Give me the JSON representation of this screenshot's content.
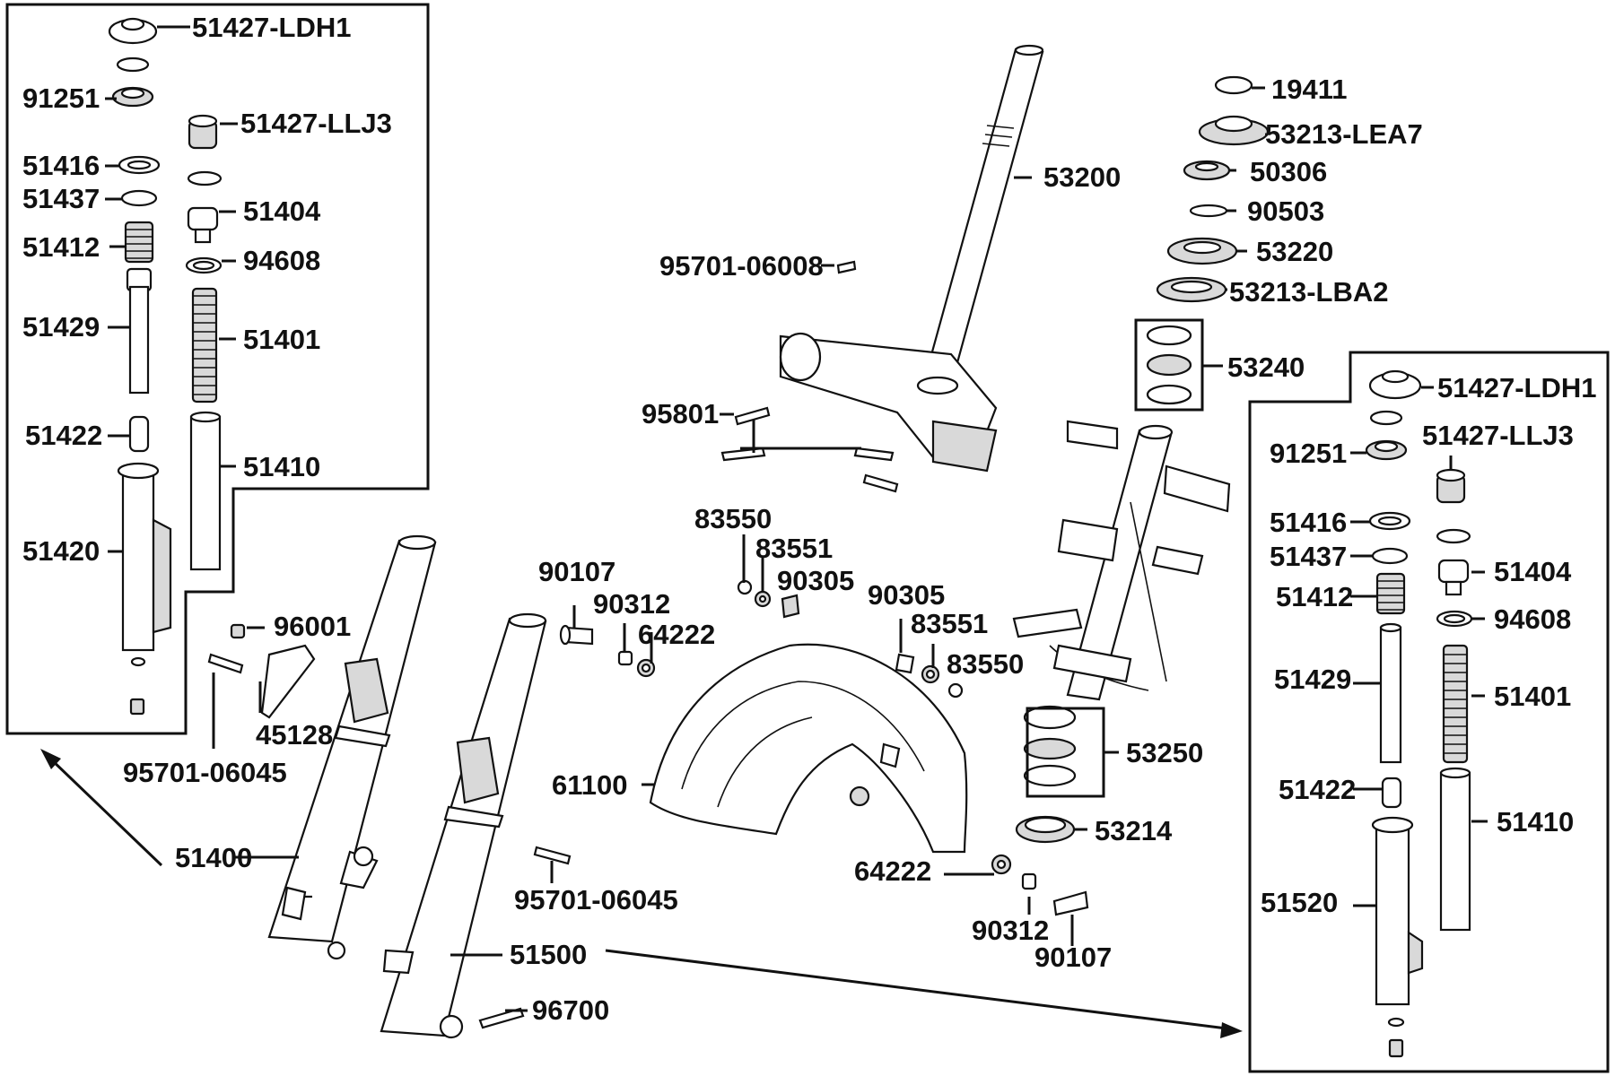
{
  "labels": {
    "l_51427_LDH1_a": "51427-LDH1",
    "l_91251_a": "91251",
    "l_51427_LLJ3_a": "51427-LLJ3",
    "l_51416_a": "51416",
    "l_51437_a": "51437",
    "l_51404_a": "51404",
    "l_51412_a": "51412",
    "l_94608_a": "94608",
    "l_51429_a": "51429",
    "l_51401_a": "51401",
    "l_51422_a": "51422",
    "l_51410_a": "51410",
    "l_51420": "51420",
    "l_96001": "96001",
    "l_45128": "45128",
    "l_95701_06045_a": "95701-06045",
    "l_51400": "51400",
    "l_51500": "51500",
    "l_95701_06045_b": "95701-06045",
    "l_96700": "96700",
    "l_53200": "53200",
    "l_95701_06008": "95701-06008",
    "l_95801": "95801",
    "l_83550_a": "83550",
    "l_83551_a": "83551",
    "l_90305_a": "90305",
    "l_90107_a": "90107",
    "l_90312_a": "90312",
    "l_64222_a": "64222",
    "l_90305_b": "90305",
    "l_83551_b": "83551",
    "l_83550_b": "83550",
    "l_61100": "61100",
    "l_19411": "19411",
    "l_53213_LEA7": "53213-LEA7",
    "l_50306": "50306",
    "l_90503": "90503",
    "l_53220": "53220",
    "l_53213_LBA2": "53213-LBA2",
    "l_53240": "53240",
    "l_53250": "53250",
    "l_53214": "53214",
    "l_64222_b": "64222",
    "l_90312_b": "90312",
    "l_90107_b": "90107",
    "l_51427_LDH1_b": "51427-LDH1",
    "l_91251_b": "91251",
    "l_51427_LLJ3_b": "51427-LLJ3",
    "l_51416_b": "51416",
    "l_51437_b": "51437",
    "l_51404_b": "51404",
    "l_51412_b": "51412",
    "l_94608_b": "94608",
    "l_51429_b": "51429",
    "l_51401_b": "51401",
    "l_51422_b": "51422",
    "l_51410_b": "51410",
    "l_51520": "51520"
  }
}
